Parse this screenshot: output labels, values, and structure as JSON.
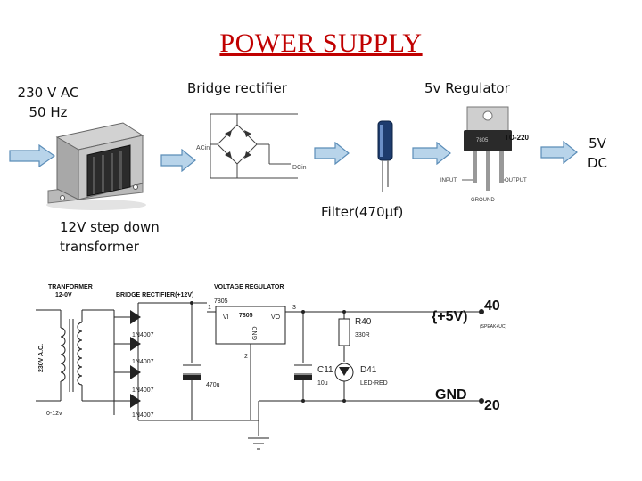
{
  "title": "POWER  SUPPLY",
  "top_labels": {
    "input_line1": "230 V AC",
    "input_line2": "50 Hz",
    "bridge": "Bridge rectifier",
    "regulator": "5v Regulator",
    "output_line1": "5V",
    "output_line2": "DC",
    "transformer_line1": "12V step down",
    "transformer_line2": "transformer",
    "filter": "Filter(470µf)"
  },
  "rectifier_image": {
    "ac": "ACin",
    "dc": "DCin"
  },
  "regulator_image": {
    "chip": "7805",
    "package": "TO-220",
    "input": "INPUT",
    "output": "OUTPUT",
    "ground": "GROUND"
  },
  "schematic": {
    "transformer_title": "TRANFORMER",
    "transformer_sub": "12-0V",
    "bridge_title": "BRIDGE RECTIFIER(+12V)",
    "reg_title": "VOLTAGE REGULATOR",
    "reg_num": "7805",
    "reg_chip": "7805",
    "pin_vi": "VI",
    "pin_vo": "VO",
    "pin_gnd": "GND",
    "pin1": "1",
    "pin2": "2",
    "pin3": "3",
    "primary": "230V A.C.",
    "secondary": "0-12v",
    "diodes": [
      "1N4007",
      "1N4007",
      "1N4007",
      "1N4007"
    ],
    "cap1": "470u",
    "cap2_name": "C11",
    "cap2_val": "10u",
    "res_name": "R40",
    "res_val": "330R",
    "led_name": "D41",
    "led_val": "LED-RED",
    "out_label": "{+5V)",
    "out_pin": "40",
    "out_note": "(SPEAK+UC)",
    "gnd_label": "GND",
    "gnd_pin": "20"
  },
  "colors": {
    "title": "#c00000",
    "arrow_fill": "#b8d4ea",
    "arrow_stroke": "#5b8db8"
  }
}
